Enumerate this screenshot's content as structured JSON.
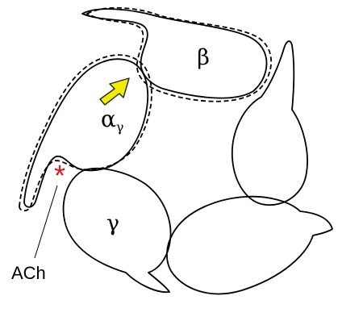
{
  "labels": {
    "beta": "β",
    "alpha": "α",
    "alpha_sub": "γ",
    "gamma": "γ",
    "ach": "ACh",
    "binding_mark": "*"
  },
  "colors": {
    "arrow": "#f2ec00",
    "asterisk": "#e8121b",
    "outline": "#000000"
  },
  "icons": {
    "arrow": "yellow-arrow-icon",
    "binding_site": "asterisk-icon"
  }
}
